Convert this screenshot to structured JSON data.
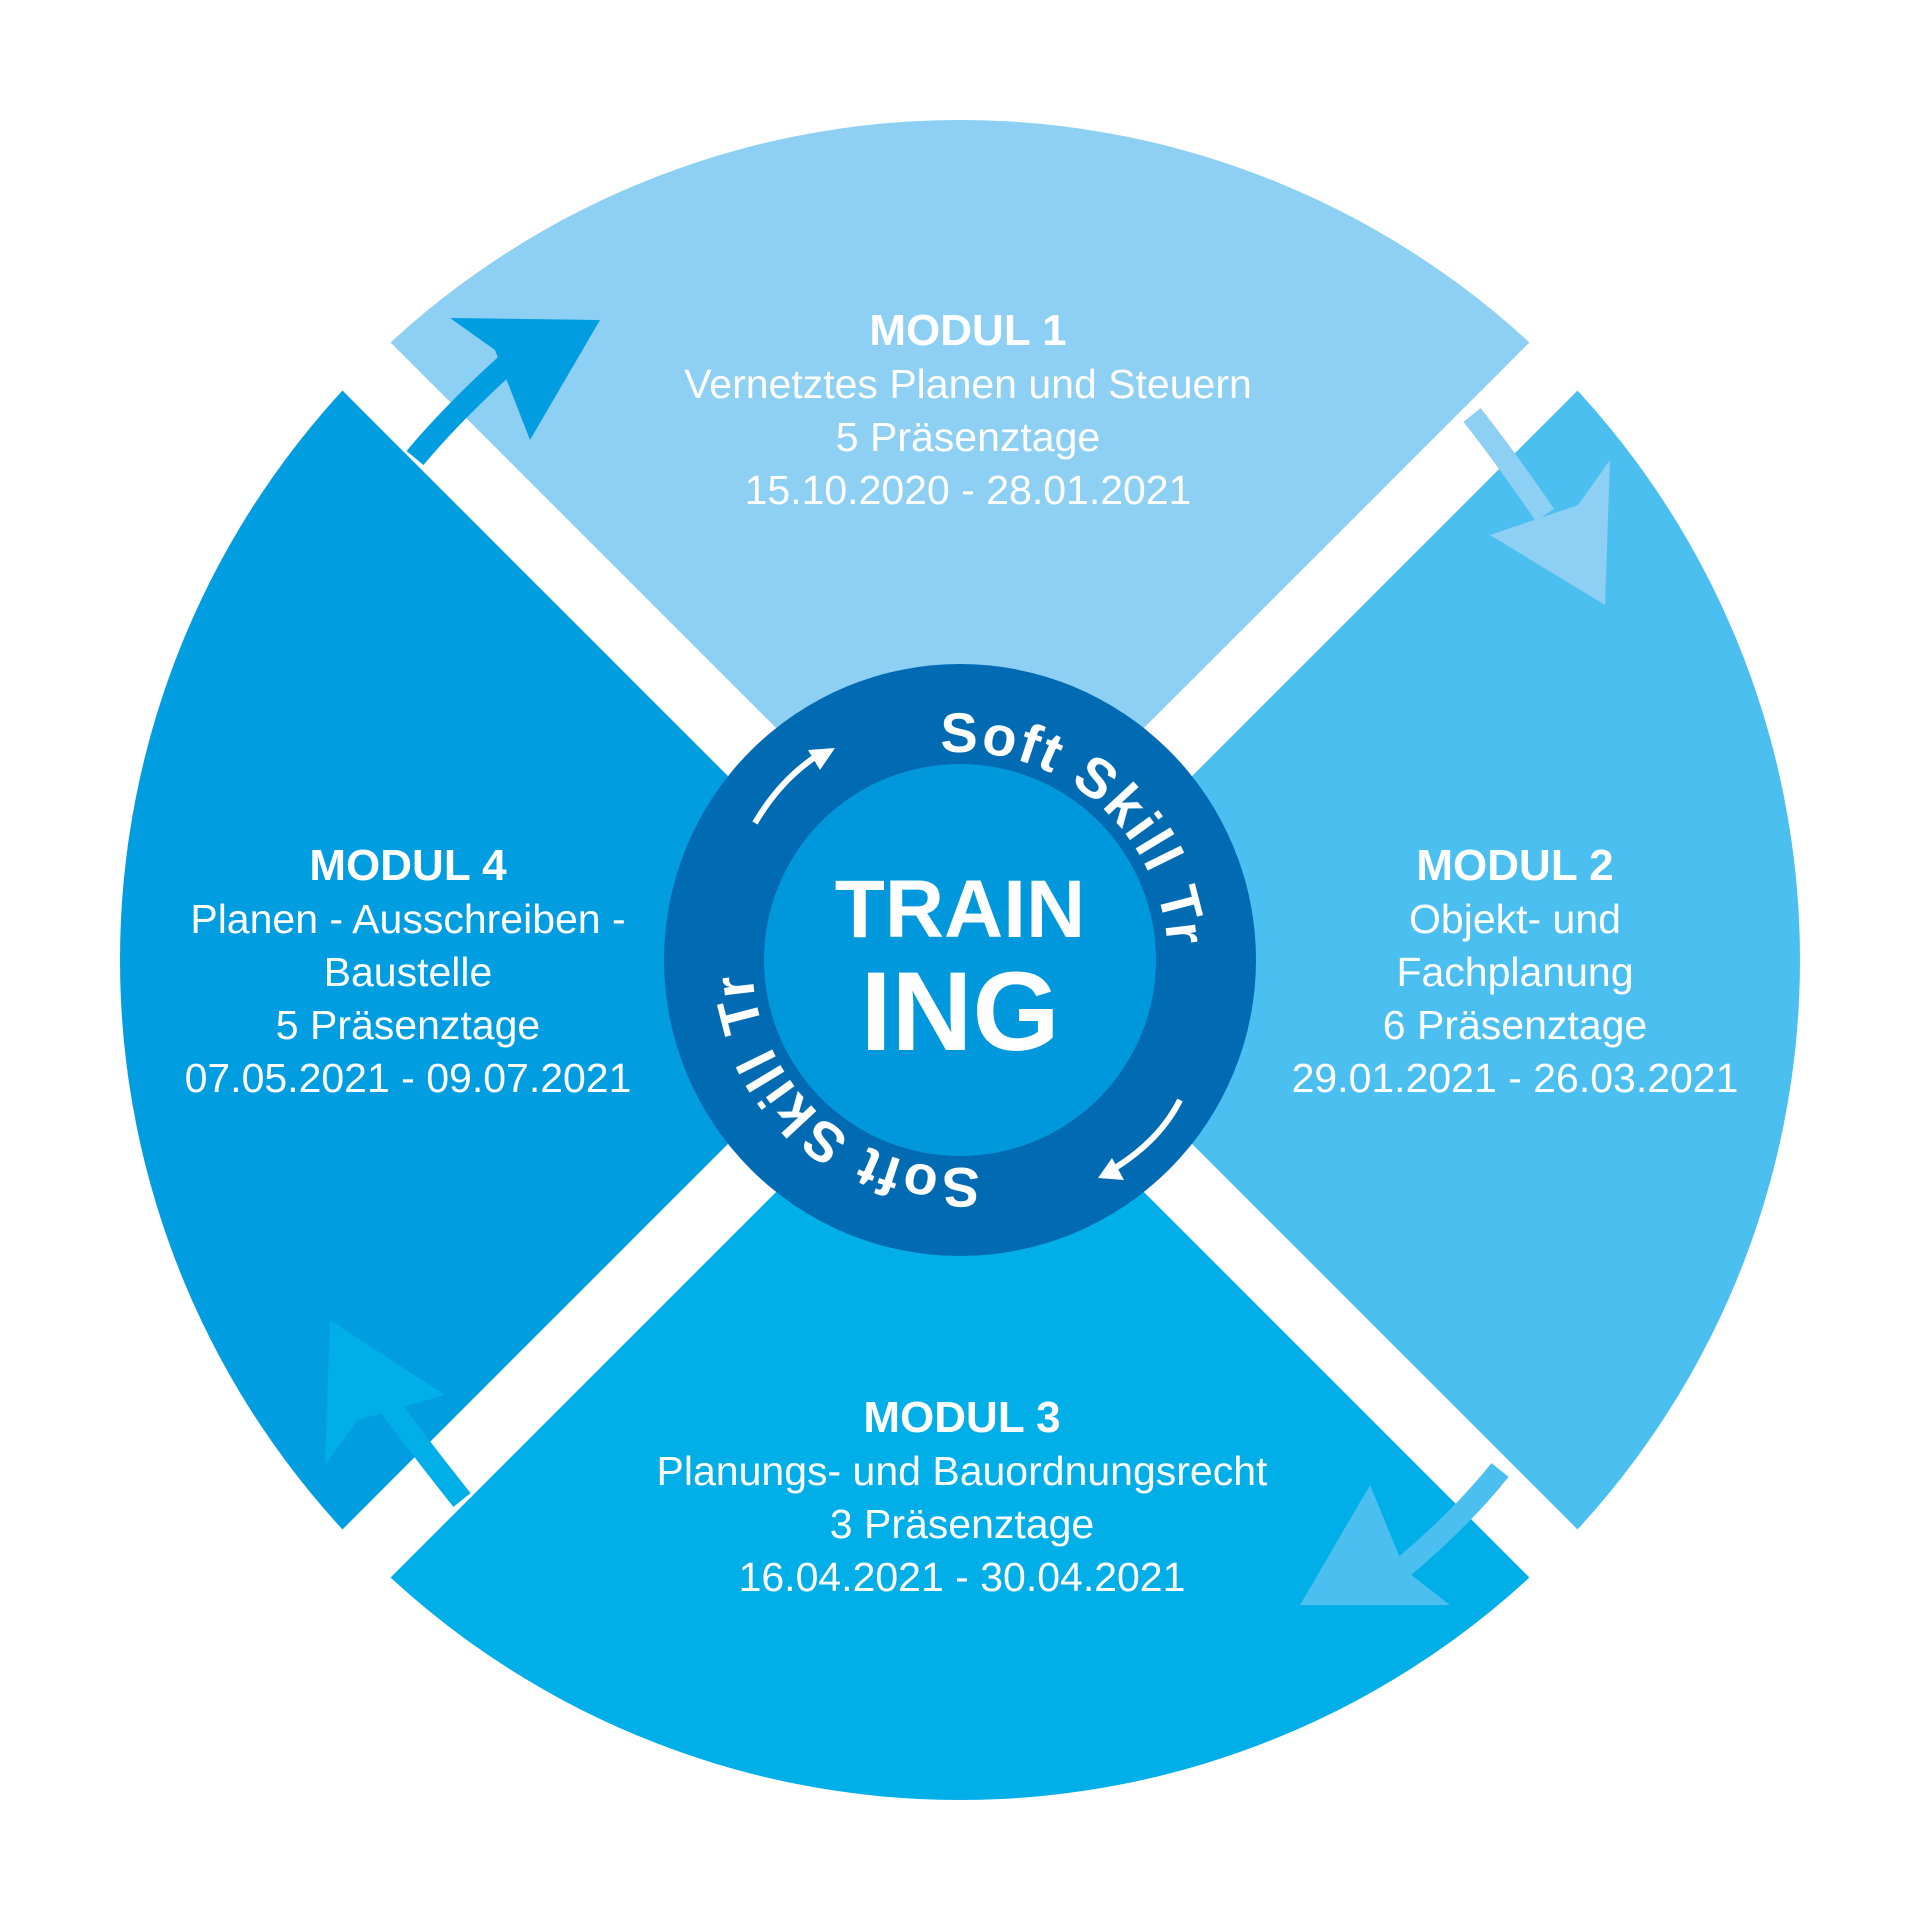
{
  "colors": {
    "modul1": "#8dd0f3",
    "modul2": "#4bbfef",
    "modul3": "#00aee8",
    "modul4": "#009de0",
    "ring": "#006ab3",
    "center": "#0098dc",
    "arrow1": "#009de0",
    "arrow2": "#8dd0f3",
    "arrow3": "#4bbfef",
    "arrow4": "#00aee8"
  },
  "center": {
    "line1": "TRAIN",
    "line2": "ING"
  },
  "ring": {
    "top_text": "Soft Skill Training",
    "bottom_text": "Soft Skill Training"
  },
  "modules": {
    "m1": {
      "title": "MODUL 1",
      "line1": "Vernetztes Planen und Steuern",
      "line2": "5 Präsenztage",
      "line3": "15.10.2020 - 28.01.2021"
    },
    "m2": {
      "title": "MODUL 2",
      "line1": "Objekt- und",
      "line2": "Fachplanung",
      "line3": "6 Präsenztage",
      "line4": "29.01.2021 - 26.03.2021"
    },
    "m3": {
      "title": "MODUL 3",
      "line1": "Planungs- und Bauordnungsrecht",
      "line2": "3 Präsenztage",
      "line3": "16.04.2021 - 30.04.2021"
    },
    "m4": {
      "title": "MODUL 4",
      "line1": "Planen - Ausschreiben -",
      "line2": "Baustelle",
      "line3": "5 Präsenztage",
      "line4": "07.05.2021 - 09.07.2021"
    }
  }
}
